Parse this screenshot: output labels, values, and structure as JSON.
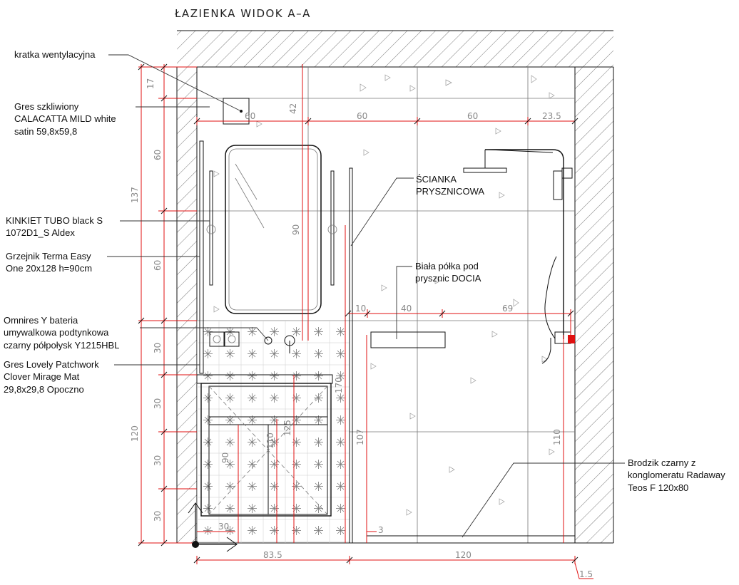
{
  "title": "ŁAZIENKA WIDOK A–A",
  "labels": {
    "vent": "kratka wentylacyjna",
    "gres1_l1": "Gres szkliwiony",
    "gres1_l2": "CALACATTA MILD white",
    "gres1_l3": "satin 59,8x59,8",
    "kinkiet_l1": "KINKIET  TUBO black S",
    "kinkiet_l2": "1072D1_S Aldex",
    "grzejnik_l1": "Grzejnik Terma Easy",
    "grzejnik_l2": "One 20x128 h=90cm",
    "bateria_l1": "Omnires Y bateria",
    "bateria_l2": "umywalkowa podtynkowa",
    "bateria_l3": "czarny półpołysk Y1215HBL",
    "gres2_l1": "Gres Lovely Patchwork",
    "gres2_l2": "Clover Mirage Mat",
    "gres2_l3": "29,8x29,8 Opoczno",
    "scianka_l1": "ŚCIANKA",
    "scianka_l2": "PRYSZNICOWA",
    "polka_l1": "Biała półka pod",
    "polka_l2": "prysznic DOCIA",
    "brodzik_l1": "Brodzik czarny z",
    "brodzik_l2": "konglomeratu Radaway",
    "brodzik_l3": "Teos F 120x80"
  },
  "dims": {
    "top_60a": "60",
    "top_60b": "60",
    "top_60c": "60",
    "top_235": "23.5",
    "v17": "17",
    "v42": "42",
    "v60a": "60",
    "v60b": "60",
    "v137": "137",
    "v90": "90",
    "v30a": "30",
    "v30b": "30",
    "v30c": "30",
    "v30d": "30",
    "v120": "120",
    "v170": "170",
    "v125": "125",
    "v110a": "110",
    "v90b": "90",
    "v107": "107",
    "v110b": "110",
    "h10": "10",
    "h40": "40",
    "h69": "69",
    "h30": "30",
    "h3": "3",
    "b835": "83.5",
    "b120": "120",
    "b15": "1.5"
  }
}
